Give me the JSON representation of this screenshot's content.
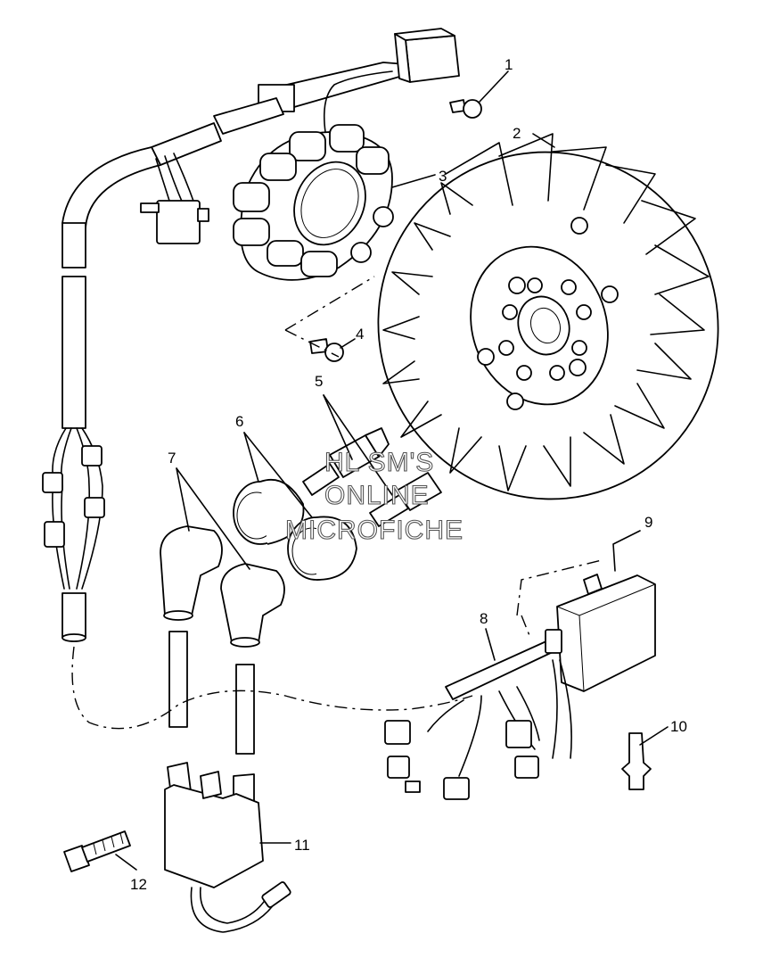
{
  "callouts": [
    {
      "id": "1",
      "label": "1"
    },
    {
      "id": "2",
      "label": "2"
    },
    {
      "id": "3",
      "label": "3"
    },
    {
      "id": "4",
      "label": "4"
    },
    {
      "id": "5",
      "label": "5"
    },
    {
      "id": "6",
      "label": "6"
    },
    {
      "id": "7",
      "label": "7"
    },
    {
      "id": "8",
      "label": "8"
    },
    {
      "id": "9",
      "label": "9"
    },
    {
      "id": "10",
      "label": "10"
    },
    {
      "id": "11",
      "label": "11"
    },
    {
      "id": "12",
      "label": "12"
    }
  ],
  "watermark": {
    "line1": "HL SM'S",
    "line2": "ONLINE",
    "line3": "MICROFICHE"
  }
}
